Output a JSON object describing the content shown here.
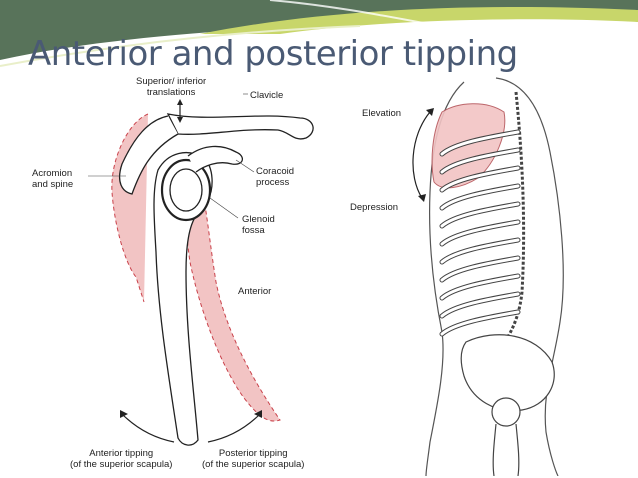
{
  "slide": {
    "title": "Anterior and posterior tipping",
    "accent_colors": {
      "title_text": "#4a5a74",
      "banner_dark": "#58735a",
      "banner_light": "#c8d66a",
      "highlight": "#f2c4c4"
    }
  },
  "scapula_figure": {
    "labels": {
      "sup_inf_line1": "Superior/ inferior",
      "sup_inf_line2": "translations",
      "clavicle": "Clavicle",
      "acromion_line1": "Acromion",
      "acromion_line2": "and spine",
      "coracoid_line1": "Coracoid",
      "coracoid_line2": "process",
      "glenoid_line1": "Glenoid",
      "glenoid_line2": "fossa",
      "anterior": "Anterior",
      "ant_tip_line1": "Anterior tipping",
      "ant_tip_line2": "(of the superior scapula)",
      "post_tip_line1": "Posterior tipping",
      "post_tip_line2": "(of the superior scapula)"
    }
  },
  "trunk_figure": {
    "labels": {
      "elevation": "Elevation",
      "depression": "Depression"
    }
  }
}
